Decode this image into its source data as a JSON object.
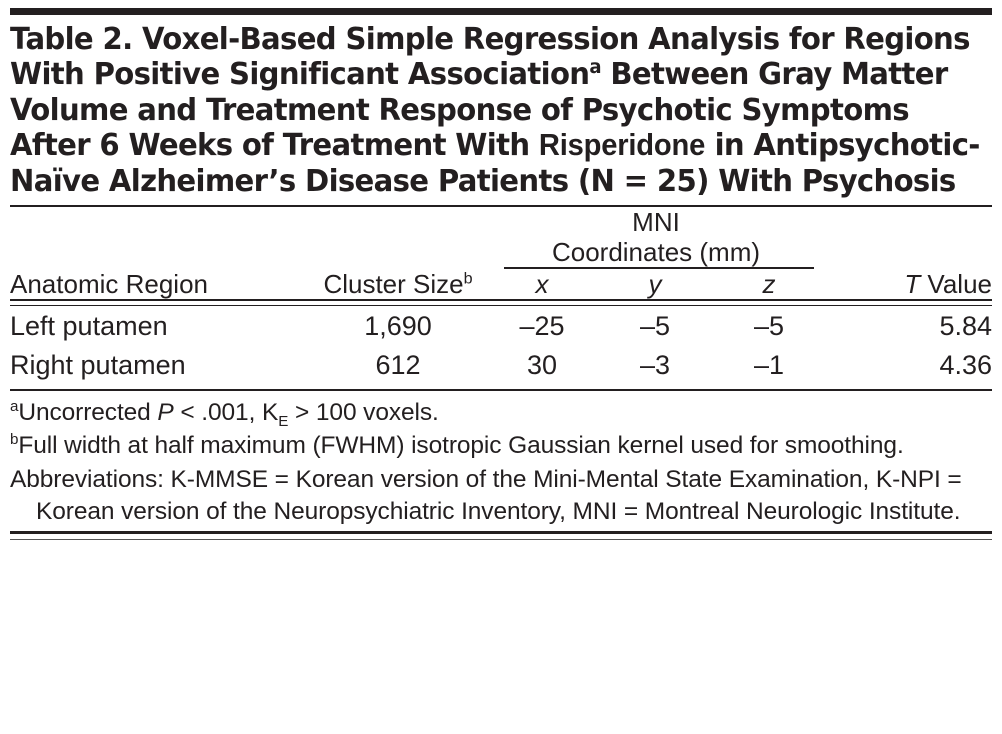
{
  "title": {
    "prefix": "Table 2. Voxel-Based Simple Regression Analysis for Regions With Positive Significant Association",
    "footnote_marker": "a",
    "middle": " Between Gray Matter Volume and Treatment Response of Psychotic Symptoms After 6 Weeks of Treatment With ",
    "drug": "Risperidone",
    "suffix": " in Antipsychotic-Naïve Alzheimer’s Disease Patients (N = 25) With Psychosis"
  },
  "table": {
    "spanner": {
      "line1": "MNI",
      "line2": "Coordinates (mm)"
    },
    "headers": {
      "region": "Anatomic Region",
      "cluster_size": "Cluster Size",
      "cluster_size_marker": "b",
      "x": "x",
      "y": "y",
      "z": "z",
      "t_italic": "T",
      "t_rest": " Value"
    },
    "rows": [
      {
        "region": "Left putamen",
        "cluster_size": "1,690",
        "x": "–25",
        "y": "–5",
        "z": "–5",
        "t_value": "5.84"
      },
      {
        "region": "Right putamen",
        "cluster_size": "612",
        "x": "30",
        "y": "–3",
        "z": "–1",
        "t_value": "4.36"
      }
    ]
  },
  "footnotes": {
    "a": {
      "marker": "a",
      "text_1": "Uncorrected ",
      "italic_p": "P",
      "text_2": " < .001, K",
      "sub_e": "E",
      "text_3": " > 100 voxels."
    },
    "b": {
      "marker": "b",
      "text": "Full width at half maximum (FWHM) isotropic Gaussian kernel used for smoothing."
    },
    "abbreviations": "Abbreviations: K-MMSE = Korean version of the Mini-Mental State Examination, K-NPI = Korean version of the Neuropsychiatric Inventory, MNI = Montreal Neurologic Institute."
  }
}
